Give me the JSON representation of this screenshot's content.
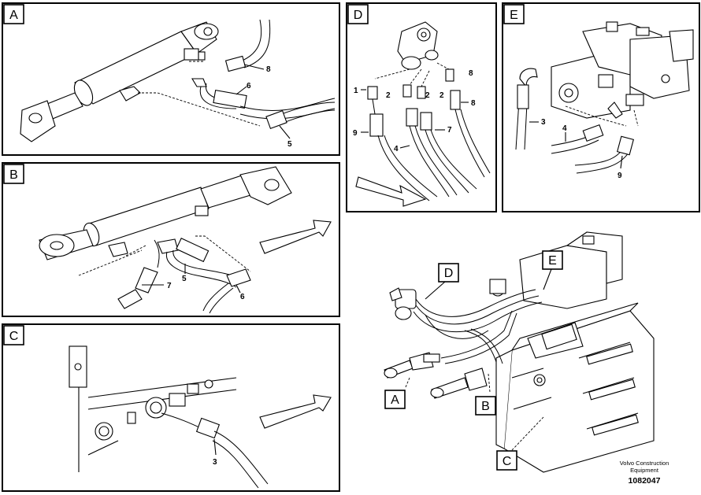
{
  "panels": [
    {
      "tag": "A",
      "numbers": [
        "8",
        "6",
        "5"
      ]
    },
    {
      "tag": "B",
      "numbers": [
        "7",
        "5",
        "6"
      ]
    },
    {
      "tag": "C",
      "numbers": [
        "3"
      ]
    },
    {
      "tag": "D",
      "numbers": [
        "1",
        "2",
        "2",
        "2",
        "9",
        "4",
        "7",
        "8"
      ]
    },
    {
      "tag": "E",
      "numbers": [
        "3",
        "4",
        "9"
      ]
    }
  ],
  "overview_callouts": [
    "D",
    "E",
    "A",
    "B",
    "C"
  ],
  "brand": {
    "line1": "Volvo Construction",
    "line2": "Equipment",
    "drawing_id": "1082047"
  }
}
